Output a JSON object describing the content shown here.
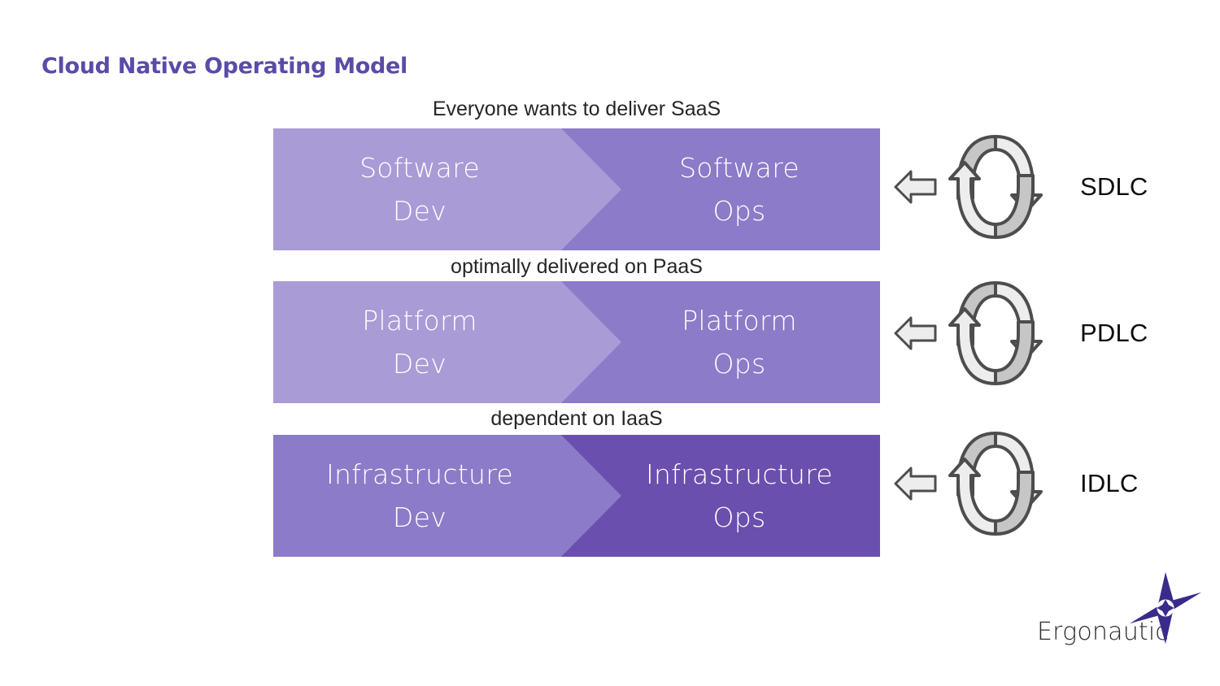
{
  "slide": {
    "title": "Cloud Native Operating Model",
    "title_color": "#5B4BA8",
    "background": "#FFFFFF"
  },
  "diagram": {
    "type": "chevron-stack",
    "rows": [
      {
        "caption": "Everyone wants to deliver SaaS",
        "left": {
          "line1": "Software",
          "line2": "Dev"
        },
        "right": {
          "line1": "Software",
          "line2": "Ops"
        },
        "left_color": "#A99BD6",
        "right_color": "#8B7BC8",
        "lifecycle_label": "SDLC"
      },
      {
        "caption": "optimally delivered on PaaS",
        "left": {
          "line1": "Platform",
          "line2": "Dev"
        },
        "right": {
          "line1": "Platform",
          "line2": "Ops"
        },
        "left_color": "#A99BD6",
        "right_color": "#8B7BC8",
        "lifecycle_label": "PDLC"
      },
      {
        "caption": "dependent on IaaS",
        "left": {
          "line1": "Infrastructure",
          "line2": "Dev"
        },
        "right": {
          "line1": "Infrastructure",
          "line2": "Ops"
        },
        "left_color": "#8B7BC8",
        "right_color": "#6A4FAE",
        "lifecycle_label": "IDLC"
      }
    ],
    "icons": {
      "back_arrow": "left-arrow-icon",
      "loop": "cycle-loop-icon",
      "loop_fill": "#EDEDED",
      "loop_stroke": "#4D4D4D",
      "loop_shade": "#C6C6C6"
    }
  },
  "logo": {
    "wordmark": "Ergonautic",
    "mark": "compass-star-icon",
    "mark_color": "#3B2A8C",
    "text_color": "#2B2B2B"
  }
}
